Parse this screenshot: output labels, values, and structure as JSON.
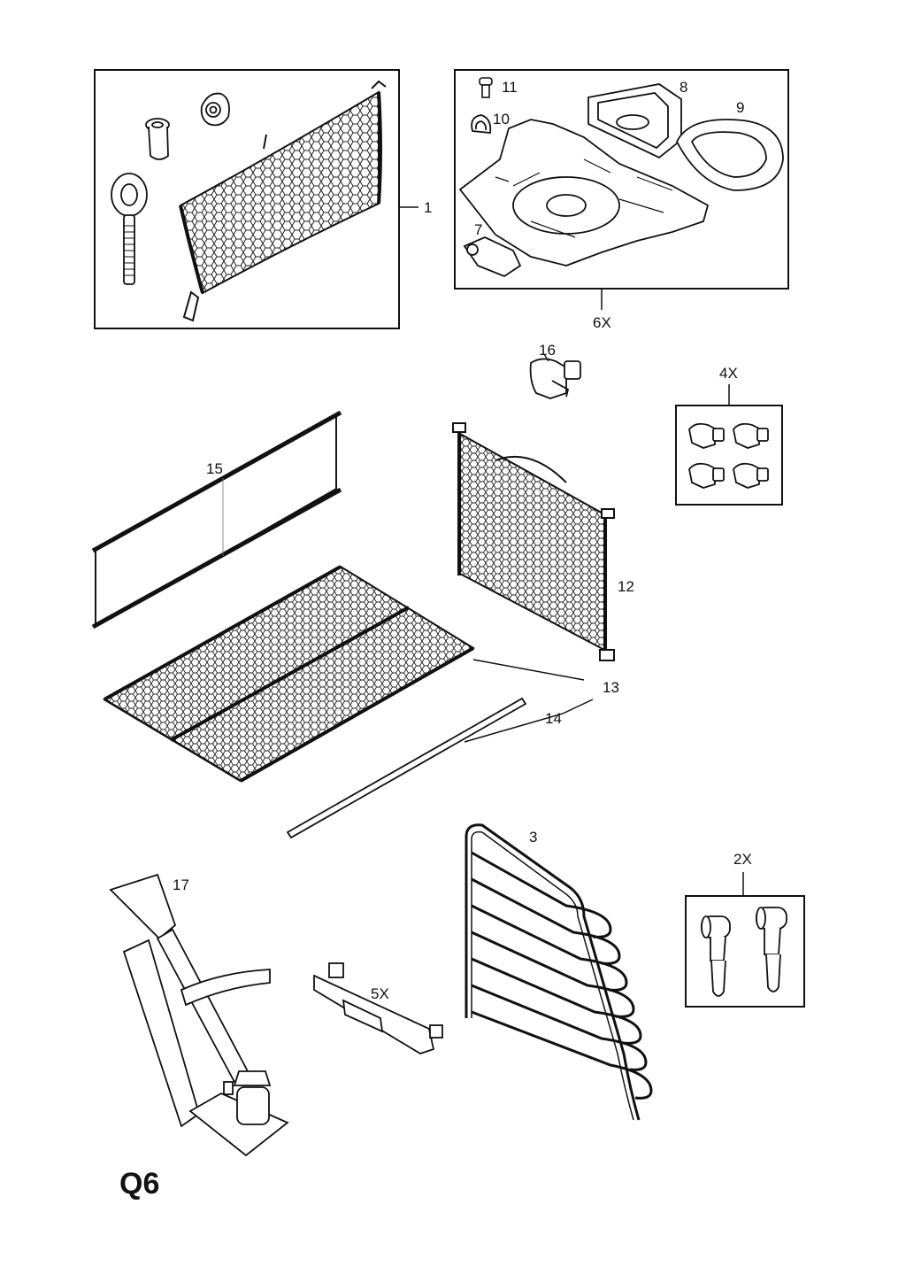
{
  "page_code": "Q6",
  "callouts": {
    "c1": "1",
    "c11": "11",
    "c8": "8",
    "c10": "10",
    "c9": "9",
    "c7": "7",
    "c6x": "6X",
    "c16": "16",
    "c4x": "4X",
    "c15": "15",
    "c12": "12",
    "c13": "13",
    "c14": "14",
    "c3": "3",
    "c2x": "2X",
    "c17": "17",
    "c5x": "5X"
  }
}
